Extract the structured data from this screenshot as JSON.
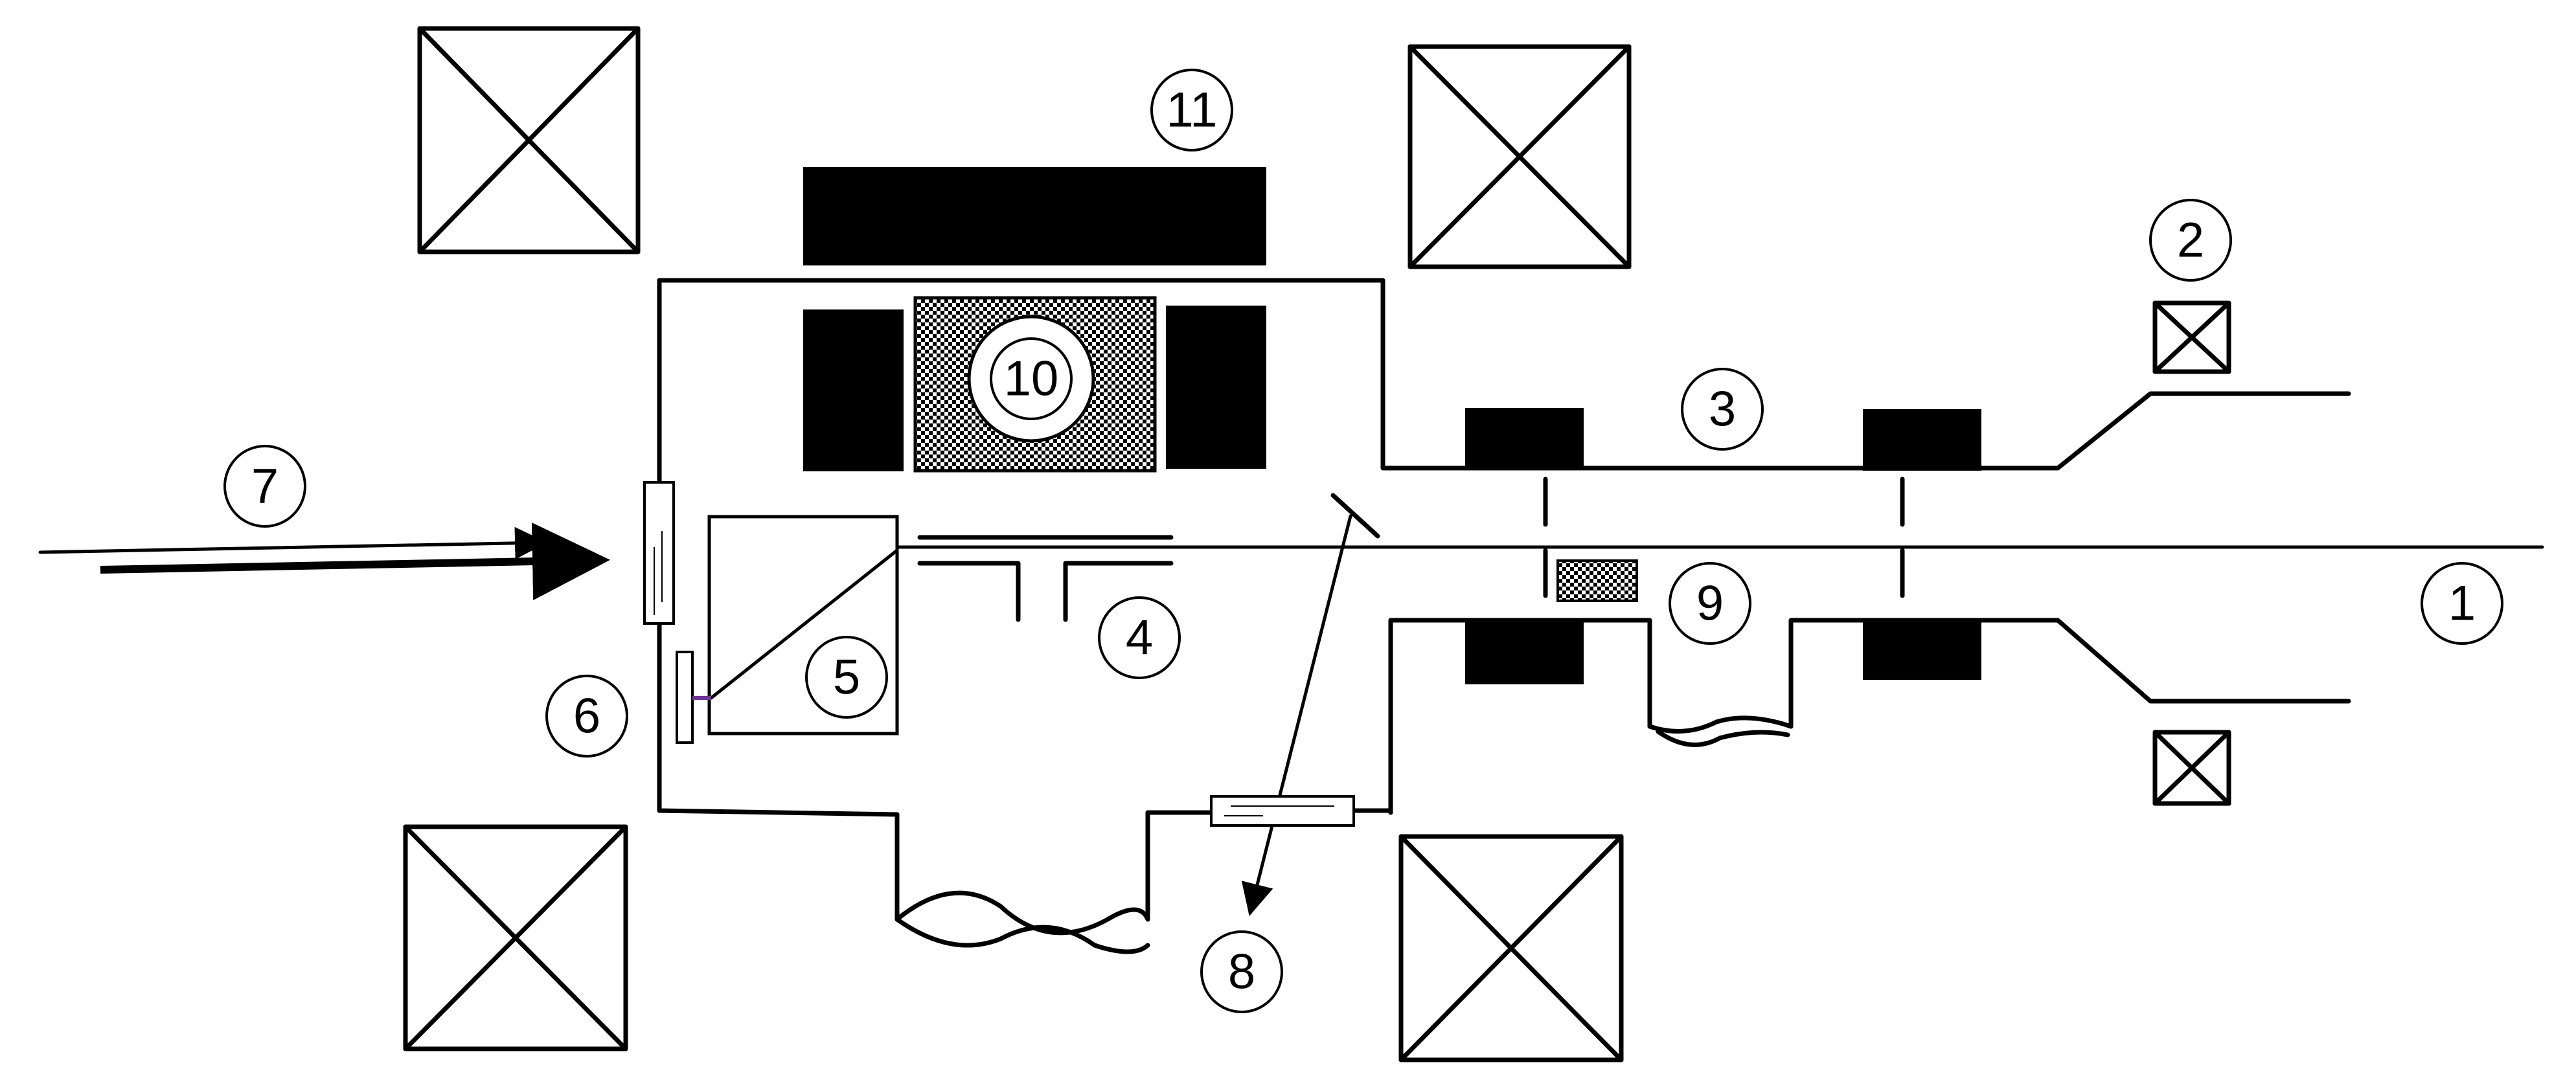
{
  "labels": {
    "l1": "1",
    "l2": "2",
    "l3": "3",
    "l4": "4",
    "l5": "5",
    "l6": "6",
    "l7": "7",
    "l8": "8",
    "l9": "9",
    "l10": "10",
    "l11": "11"
  },
  "colors": {
    "stroke": "#000000",
    "background": "#ffffff",
    "accent_purple": "#7030a0"
  }
}
